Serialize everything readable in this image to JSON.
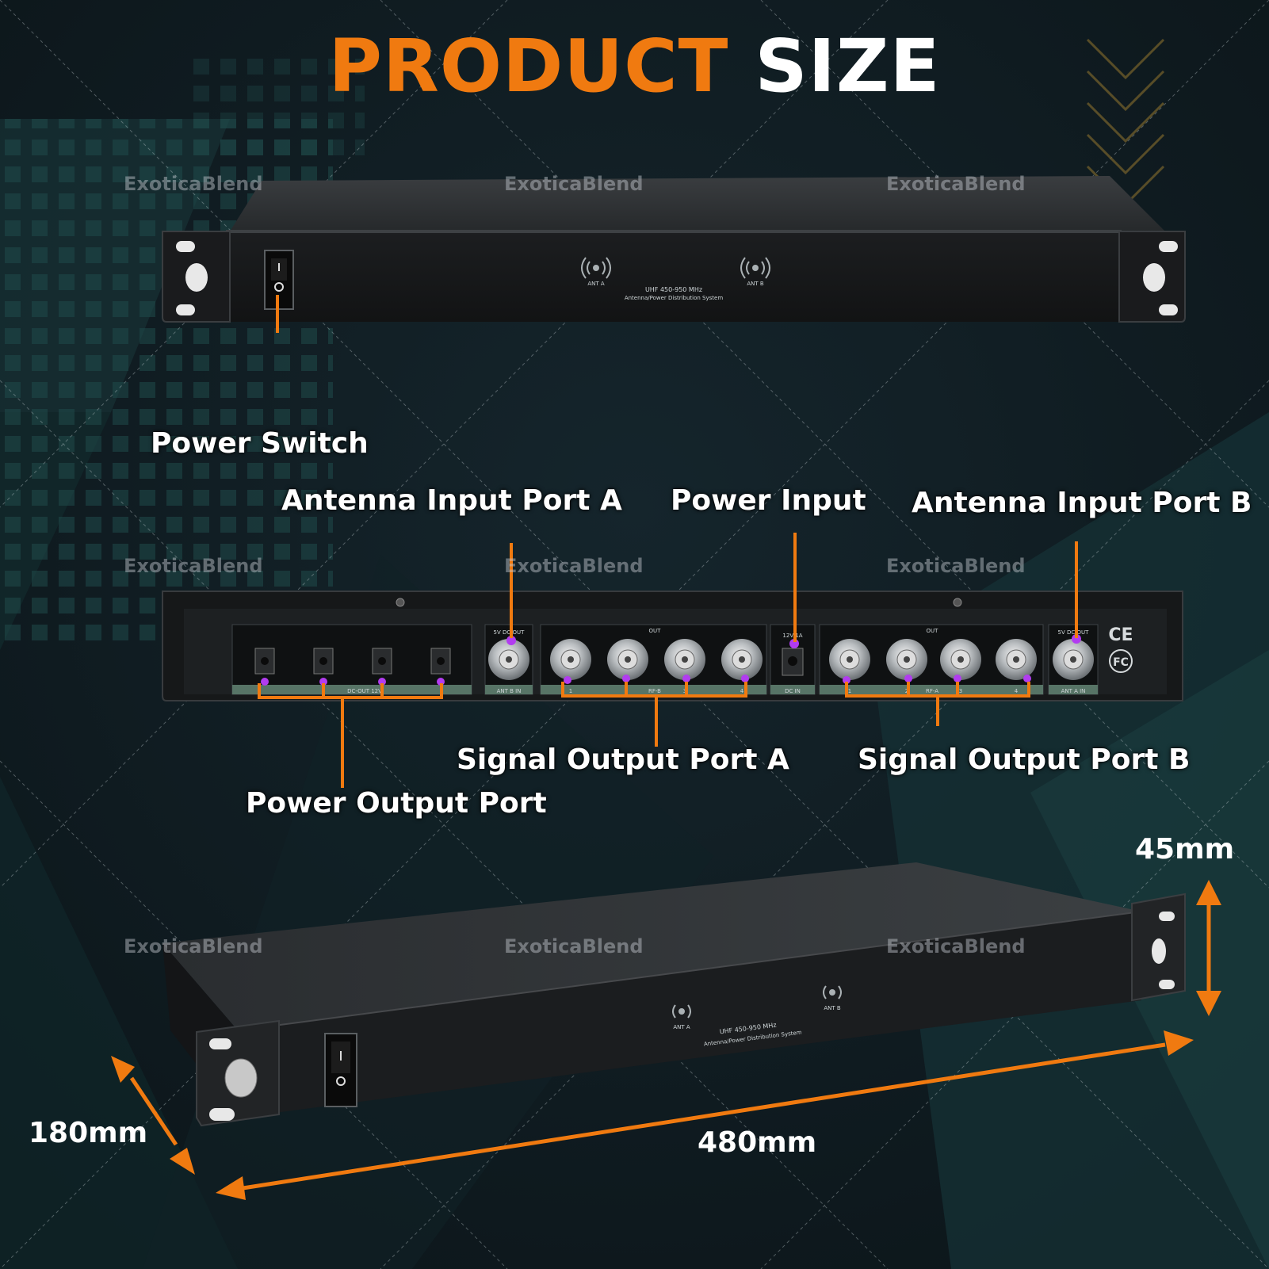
{
  "title": {
    "part1": "PRODUCT",
    "part2": "SIZE"
  },
  "watermark": "ExoticaBlend",
  "labels": {
    "power_switch": "Power Switch",
    "antenna_a": "Antenna Input Port A",
    "power_input": "Power Input",
    "antenna_b": "Antenna Input Port B",
    "signal_a": "Signal Output Port A",
    "signal_b": "Signal Output Port B",
    "power_output": "Power Output Port"
  },
  "dimensions": {
    "height": "45mm",
    "depth": "180mm",
    "width": "480mm"
  },
  "device_front": {
    "ant_a": "ANT A",
    "ant_b": "ANT B",
    "model": "UHF 450-950 MHz",
    "subtitle": "Antenna/Power Distribution System"
  },
  "device_rear": {
    "dc_out": "DC-OUT 12V",
    "dc_out_5v": "5V DC OUT",
    "ant_b_in": "ANT B IN",
    "ant_a_in": "ANT A IN",
    "out": "OUT",
    "rf_b": "RF-B",
    "rf_a": "RF-A",
    "dc_in": "DC IN",
    "dc_in_spec": "12V 1A",
    "port_1": "1",
    "port_2": "2",
    "port_3": "3",
    "port_4": "4",
    "ce": "CE",
    "fc": "FC"
  },
  "colors": {
    "accent": "#f07a10",
    "label": "#ffffff",
    "marker": "#b23cf0",
    "background": "#0f1a1f"
  }
}
